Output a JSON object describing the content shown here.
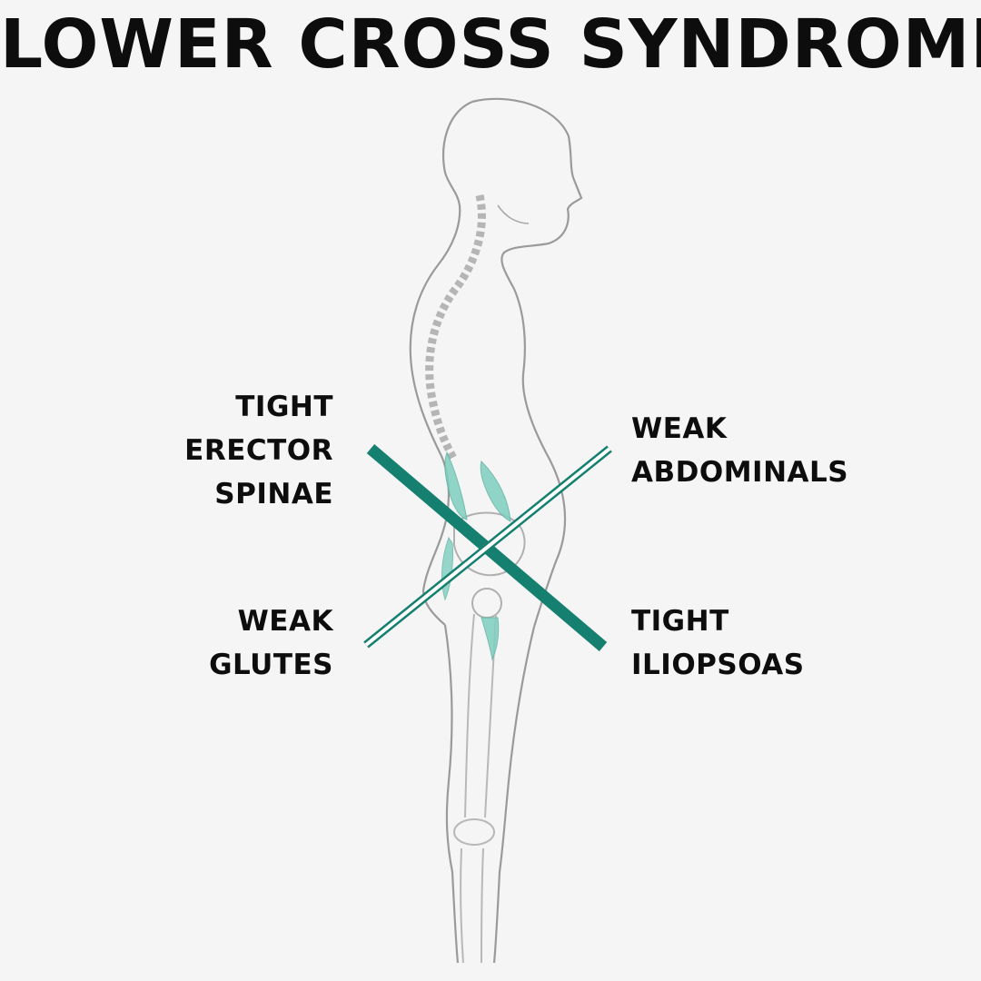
{
  "title": "LOWER CROSS SYNDROME",
  "colors": {
    "background": "#f5f5f5",
    "text": "#0d0d0d",
    "accent": "#15806f",
    "muscle": "#7fcfc0",
    "outline": "#9a9a9a"
  },
  "labels": {
    "erector_spinae": {
      "line1": "TIGHT",
      "line2": "ERECTOR",
      "line3": "SPINAE"
    },
    "abdominals": {
      "line1": "WEAK",
      "line2": "ABDOMINALS"
    },
    "glutes": {
      "line1": "WEAK",
      "line2": "GLUTES"
    },
    "iliopsoas": {
      "line1": "TIGHT",
      "line2": "ILIOPSOAS"
    }
  }
}
